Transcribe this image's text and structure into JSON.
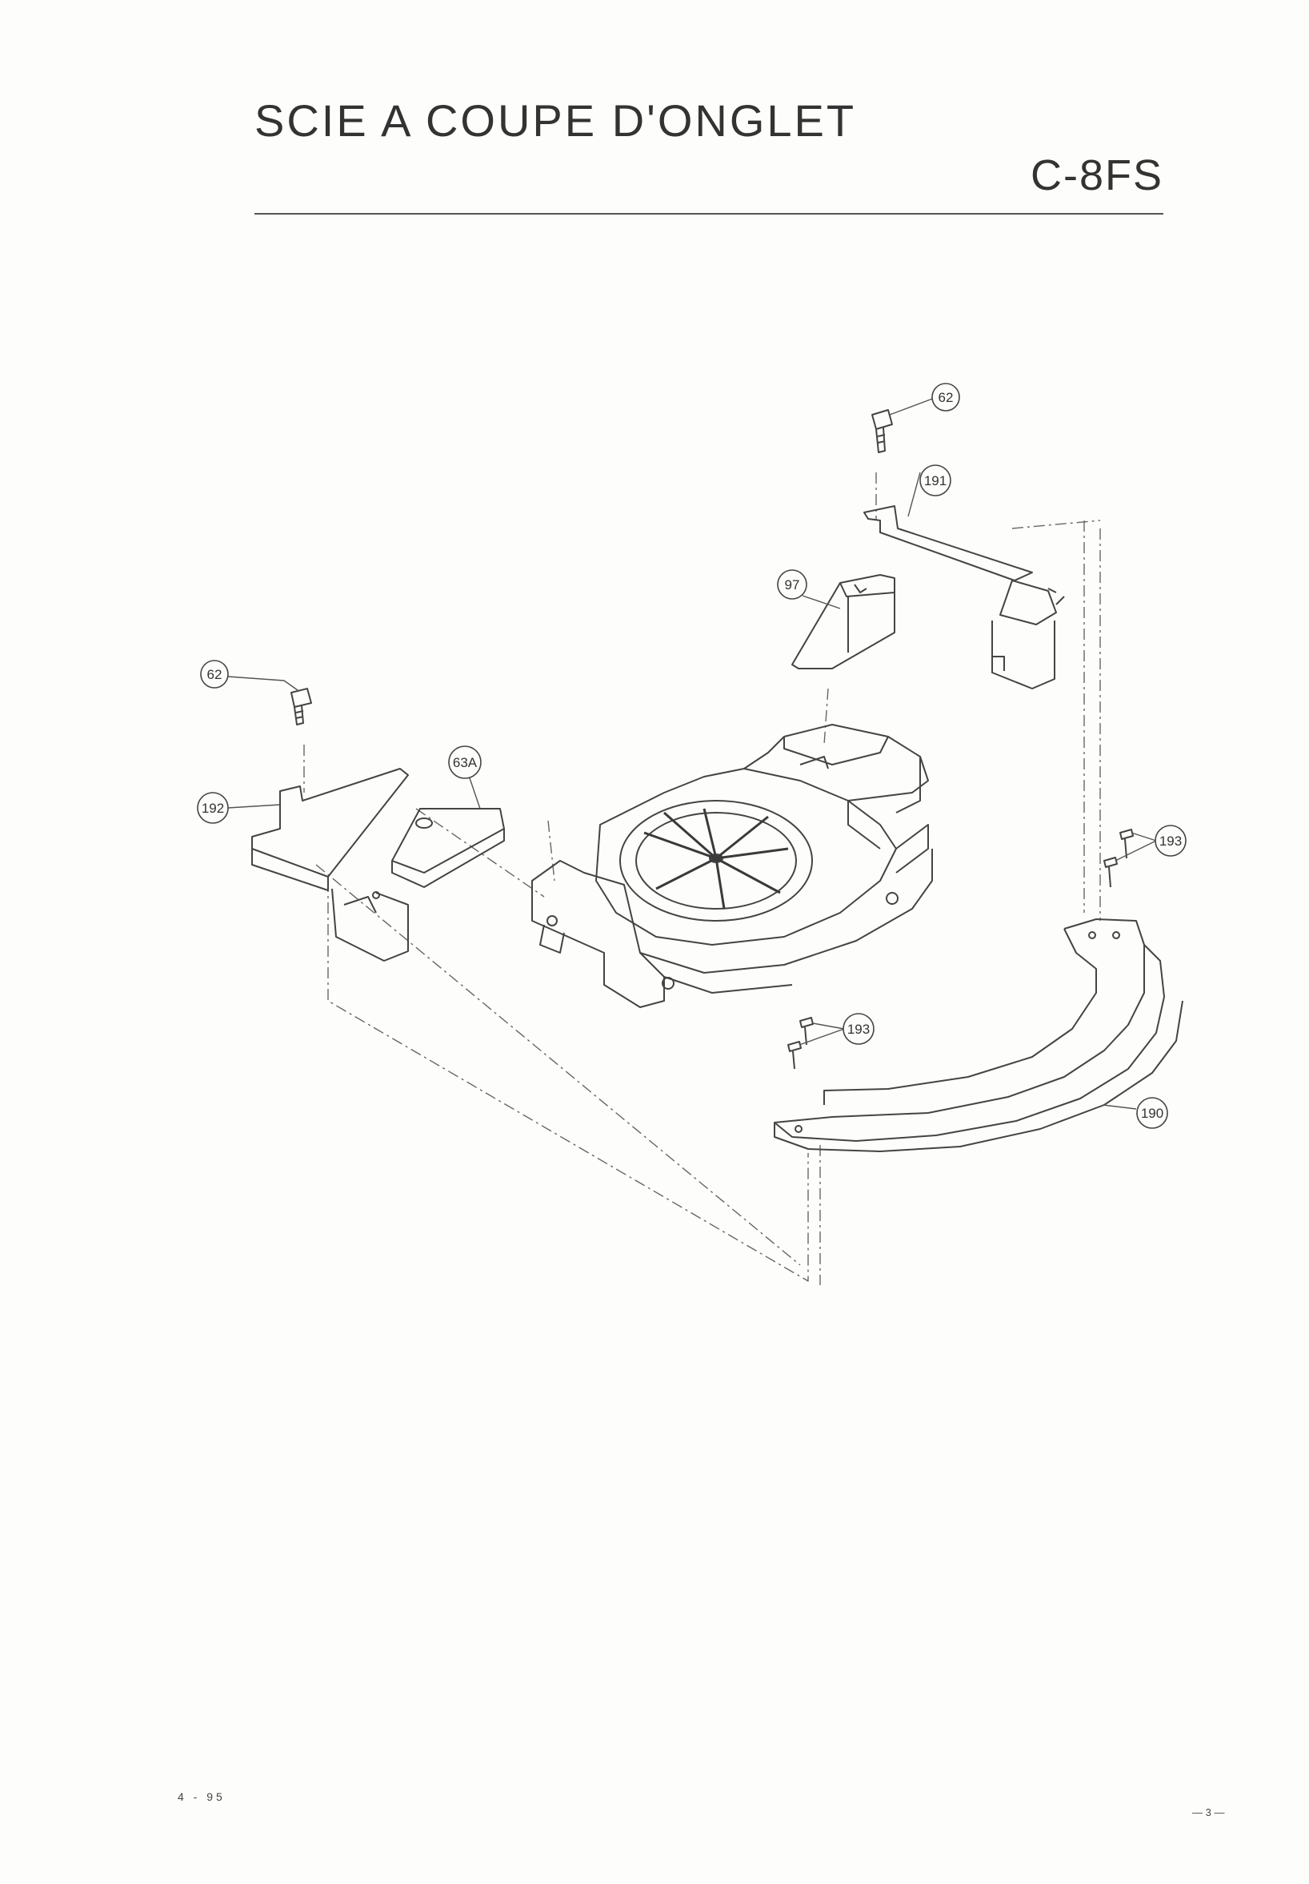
{
  "header": {
    "title": "SCIE A COUPE D'ONGLET",
    "model": "C-8FS"
  },
  "callouts": {
    "c62_top": "62",
    "c191": "191",
    "c97": "97",
    "c62_left": "62",
    "c63a": "63A",
    "c192": "192",
    "c193_right": "193",
    "c193_mid": "193",
    "c190": "190"
  },
  "footer": {
    "left": "4 - 95",
    "right": "— 3 —"
  }
}
